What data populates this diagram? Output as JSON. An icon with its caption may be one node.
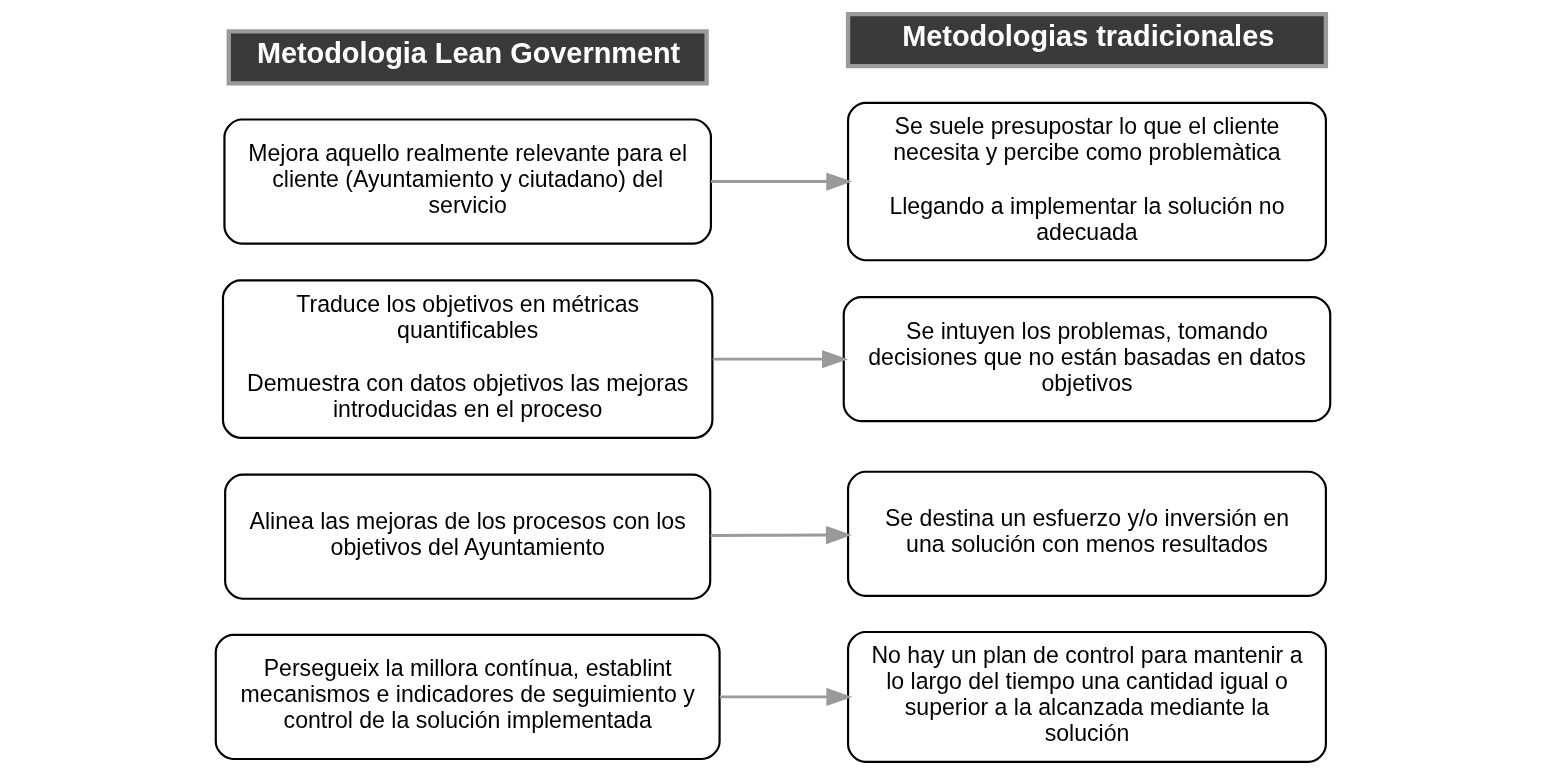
{
  "diagram": {
    "nodes": [
      {
        "text": [
          "Metodologia Lean Government"
        ]
      },
      {
        "text": [
          "Metodologias tradicionales"
        ]
      },
      {
        "text": [
          "Mejora aquello realmente relevante para el cliente (Ayuntamiento y ciutadano) del servicio"
        ]
      },
      {
        "text": [
          "Se suele presupostar lo que el cliente necesita y percibe como problemàtica",
          "Llegando a implementar la solución no adecuada"
        ]
      },
      {
        "text": [
          "Traduce los objetivos en métricas quantificables",
          "Demuestra con datos objetivos las mejoras introducidas en el proceso"
        ]
      },
      {
        "text": [
          "Se intuyen los problemas, tomando decisiones que no están basadas en datos objetivos"
        ]
      },
      {
        "text": [
          "Alinea las mejoras de los procesos con los objetivos del Ayuntamiento"
        ]
      },
      {
        "text": [
          "Se destina un esfuerzo y/o inversión en una solución con menos resultados"
        ]
      },
      {
        "text": [
          "Persegueix la millora contínua, establint mecanismos e indicadores de seguimiento y control de la solución implementada"
        ]
      },
      {
        "text": [
          "No hay un plan de control para mantenir a lo largo del tiempo una cantidad igual o superior a la alcanzada mediante la solución"
        ]
      }
    ],
    "edges": [
      {
        "from": 2,
        "to": 3,
        "arrow": "to"
      },
      {
        "from": 4,
        "to": 5,
        "arrow": "to"
      },
      {
        "from": 6,
        "to": 7,
        "arrow": "to"
      },
      {
        "from": 8,
        "to": 9,
        "arrow": "to"
      }
    ]
  }
}
